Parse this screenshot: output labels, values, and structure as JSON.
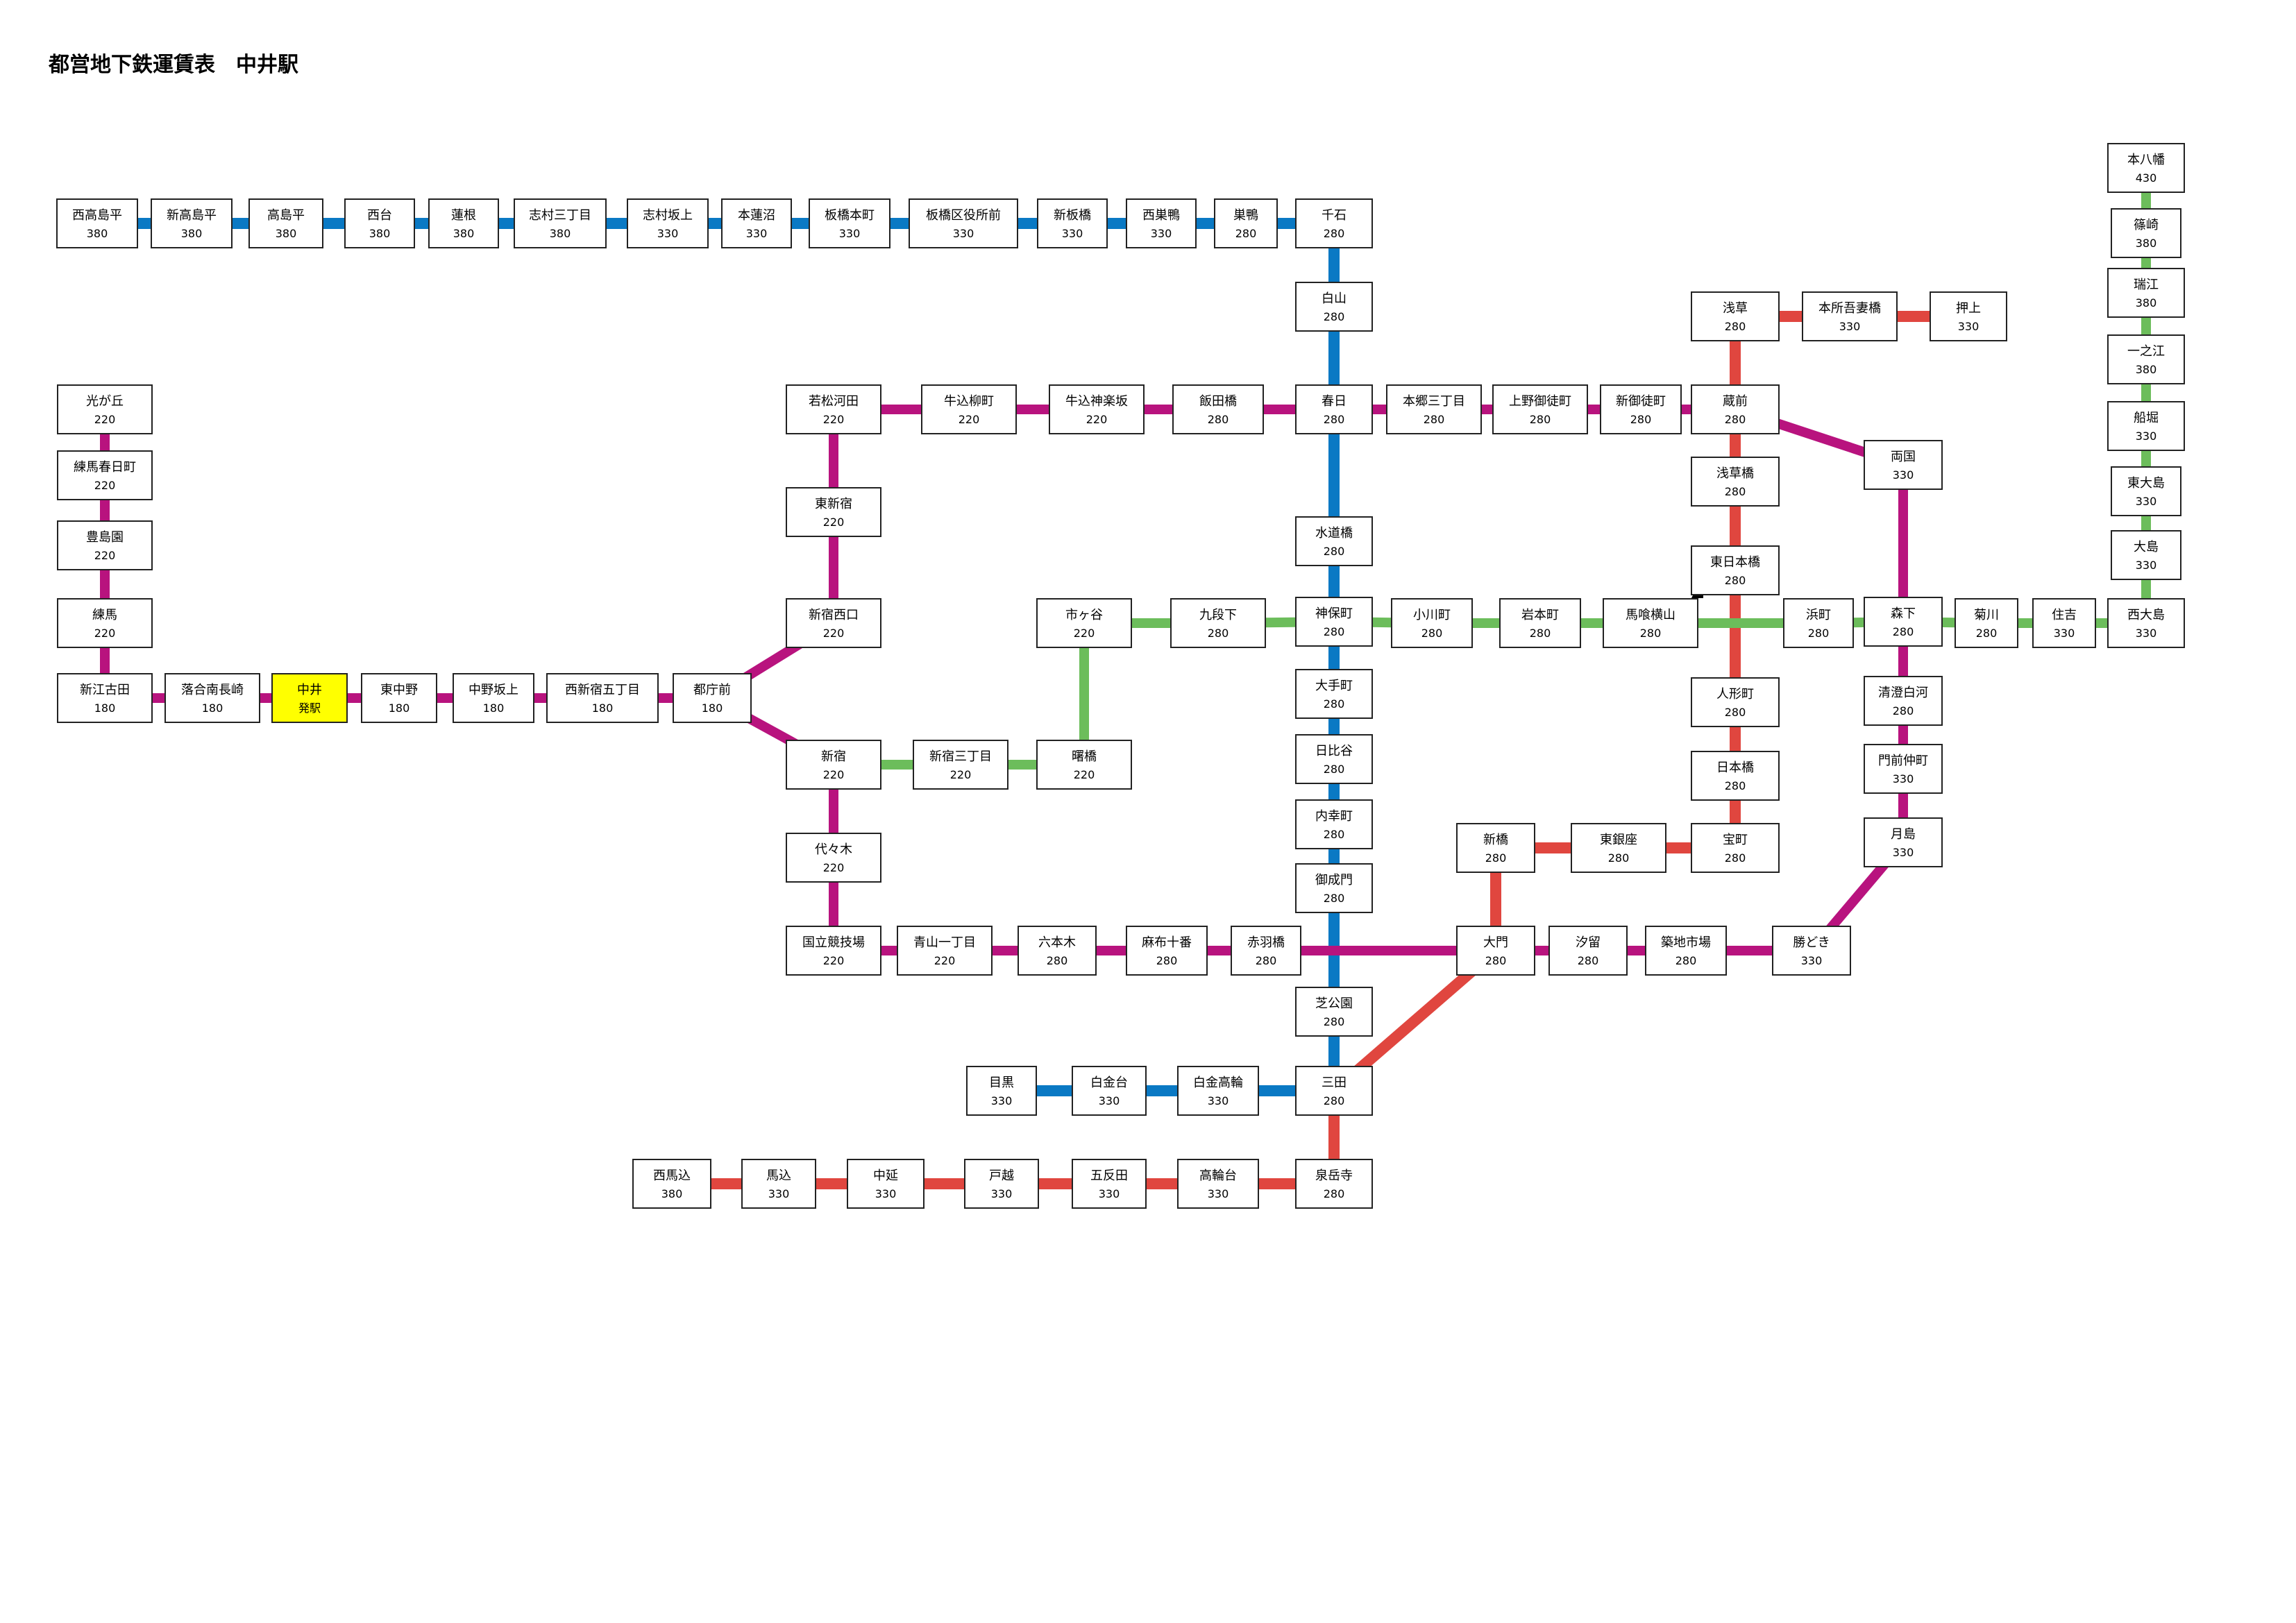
{
  "title": "都営地下鉄運賃表　中井駅",
  "colors": {
    "asakusa": "#e0463f",
    "mita": "#0a79c4",
    "shinjuku": "#6cbd5b",
    "oedo": "#b8137e",
    "origin": "#ffff00",
    "box_border": "#222222"
  },
  "stations": [
    {
      "id": "nishitakashimadaira",
      "name": "西高島平",
      "fare": "380"
    },
    {
      "id": "shintakashimadaira",
      "name": "新高島平",
      "fare": "380"
    },
    {
      "id": "takashimadaira",
      "name": "高島平",
      "fare": "380"
    },
    {
      "id": "nishidai",
      "name": "西台",
      "fare": "380"
    },
    {
      "id": "hasune",
      "name": "蓮根",
      "fare": "380"
    },
    {
      "id": "shimura3",
      "name": "志村三丁目",
      "fare": "380"
    },
    {
      "id": "shimurasakaue",
      "name": "志村坂上",
      "fare": "330"
    },
    {
      "id": "motohasunuma",
      "name": "本蓮沼",
      "fare": "330"
    },
    {
      "id": "itabashihoncho",
      "name": "板橋本町",
      "fare": "330"
    },
    {
      "id": "itabashikuyakusho",
      "name": "板橋区役所前",
      "fare": "330"
    },
    {
      "id": "shinitabashi",
      "name": "新板橋",
      "fare": "330"
    },
    {
      "id": "nishisugamo",
      "name": "西巣鴨",
      "fare": "330"
    },
    {
      "id": "sugamo",
      "name": "巣鴨",
      "fare": "280"
    },
    {
      "id": "sengoku",
      "name": "千石",
      "fare": "280"
    },
    {
      "id": "hakusan",
      "name": "白山",
      "fare": "280"
    },
    {
      "id": "kasuga",
      "name": "春日",
      "fare": "280"
    },
    {
      "id": "suidobashi",
      "name": "水道橋",
      "fare": "280"
    },
    {
      "id": "jimbocho",
      "name": "神保町",
      "fare": "280"
    },
    {
      "id": "otemachi",
      "name": "大手町",
      "fare": "280"
    },
    {
      "id": "hibiya",
      "name": "日比谷",
      "fare": "280"
    },
    {
      "id": "uchisaiwaicho",
      "name": "内幸町",
      "fare": "280"
    },
    {
      "id": "onarimon",
      "name": "御成門",
      "fare": "280"
    },
    {
      "id": "shibakoen",
      "name": "芝公園",
      "fare": "280"
    },
    {
      "id": "mita",
      "name": "三田",
      "fare": "280"
    },
    {
      "id": "shirokanetakanawa",
      "name": "白金高輪",
      "fare": "330"
    },
    {
      "id": "shirokanedai",
      "name": "白金台",
      "fare": "330"
    },
    {
      "id": "meguro",
      "name": "目黒",
      "fare": "330"
    },
    {
      "id": "sengakuji",
      "name": "泉岳寺",
      "fare": "280"
    },
    {
      "id": "takanawadai",
      "name": "高輪台",
      "fare": "330"
    },
    {
      "id": "gotanda",
      "name": "五反田",
      "fare": "330"
    },
    {
      "id": "togoshi",
      "name": "戸越",
      "fare": "330"
    },
    {
      "id": "nakanobu",
      "name": "中延",
      "fare": "330"
    },
    {
      "id": "magome",
      "name": "馬込",
      "fare": "330"
    },
    {
      "id": "nishimagome",
      "name": "西馬込",
      "fare": "380"
    },
    {
      "id": "hikarigaoka",
      "name": "光が丘",
      "fare": "220"
    },
    {
      "id": "nerimakasugacho",
      "name": "練馬春日町",
      "fare": "220"
    },
    {
      "id": "toshimaen",
      "name": "豊島園",
      "fare": "220"
    },
    {
      "id": "nerima",
      "name": "練馬",
      "fare": "220"
    },
    {
      "id": "shinegota",
      "name": "新江古田",
      "fare": "180"
    },
    {
      "id": "ochiaiminaminagasaki",
      "name": "落合南長崎",
      "fare": "180"
    },
    {
      "id": "nakai",
      "name": "中井",
      "fare": "発駅",
      "origin": true
    },
    {
      "id": "higashinakano",
      "name": "東中野",
      "fare": "180"
    },
    {
      "id": "nakanosakaue",
      "name": "中野坂上",
      "fare": "180"
    },
    {
      "id": "nishishinjuku5",
      "name": "西新宿五丁目",
      "fare": "180"
    },
    {
      "id": "tochomae",
      "name": "都庁前",
      "fare": "180"
    },
    {
      "id": "shinjukunishiguchi",
      "name": "新宿西口",
      "fare": "220"
    },
    {
      "id": "higashishinjuku",
      "name": "東新宿",
      "fare": "220"
    },
    {
      "id": "wakamatsukawada",
      "name": "若松河田",
      "fare": "220"
    },
    {
      "id": "ushigomeyanagicho",
      "name": "牛込柳町",
      "fare": "220"
    },
    {
      "id": "ushigomekagurazaka",
      "name": "牛込神楽坂",
      "fare": "220"
    },
    {
      "id": "iidabashi",
      "name": "飯田橋",
      "fare": "280"
    },
    {
      "id": "hongo3",
      "name": "本郷三丁目",
      "fare": "280"
    },
    {
      "id": "uenookachimachi",
      "name": "上野御徒町",
      "fare": "280"
    },
    {
      "id": "shinokachimachi",
      "name": "新御徒町",
      "fare": "280"
    },
    {
      "id": "kuramae",
      "name": "蔵前",
      "fare": "280"
    },
    {
      "id": "ryogoku",
      "name": "両国",
      "fare": "330"
    },
    {
      "id": "morishita",
      "name": "森下",
      "fare": "280"
    },
    {
      "id": "kiyosumishirakawa",
      "name": "清澄白河",
      "fare": "280"
    },
    {
      "id": "monzennakacho",
      "name": "門前仲町",
      "fare": "330"
    },
    {
      "id": "tsukishima",
      "name": "月島",
      "fare": "330"
    },
    {
      "id": "kachidoki",
      "name": "勝どき",
      "fare": "330"
    },
    {
      "id": "tsukijishijo",
      "name": "築地市場",
      "fare": "280"
    },
    {
      "id": "shiodome",
      "name": "汐留",
      "fare": "280"
    },
    {
      "id": "daimon",
      "name": "大門",
      "fare": "280"
    },
    {
      "id": "akabanebashi",
      "name": "赤羽橋",
      "fare": "280"
    },
    {
      "id": "azabujuban",
      "name": "麻布十番",
      "fare": "280"
    },
    {
      "id": "roppongi",
      "name": "六本木",
      "fare": "280"
    },
    {
      "id": "aoyama1",
      "name": "青山一丁目",
      "fare": "220"
    },
    {
      "id": "kokuritsukyogijo",
      "name": "国立競技場",
      "fare": "220"
    },
    {
      "id": "yoyogi",
      "name": "代々木",
      "fare": "220"
    },
    {
      "id": "shinjuku",
      "name": "新宿",
      "fare": "220"
    },
    {
      "id": "shinjuku3",
      "name": "新宿三丁目",
      "fare": "220"
    },
    {
      "id": "akebonobashi",
      "name": "曙橋",
      "fare": "220"
    },
    {
      "id": "ichigaya",
      "name": "市ヶ谷",
      "fare": "220"
    },
    {
      "id": "kudanshita",
      "name": "九段下",
      "fare": "280"
    },
    {
      "id": "ogawamachi",
      "name": "小川町",
      "fare": "280"
    },
    {
      "id": "iwamotocho",
      "name": "岩本町",
      "fare": "280"
    },
    {
      "id": "bakuroyokoyama",
      "name": "馬喰横山",
      "fare": "280"
    },
    {
      "id": "hamacho",
      "name": "浜町",
      "fare": "280"
    },
    {
      "id": "kikukawa",
      "name": "菊川",
      "fare": "280"
    },
    {
      "id": "sumiyoshi",
      "name": "住吉",
      "fare": "330"
    },
    {
      "id": "nishiojima",
      "name": "西大島",
      "fare": "330"
    },
    {
      "id": "ojima",
      "name": "大島",
      "fare": "330"
    },
    {
      "id": "higashiojima",
      "name": "東大島",
      "fare": "330"
    },
    {
      "id": "funabori",
      "name": "船堀",
      "fare": "330"
    },
    {
      "id": "ichinoe",
      "name": "一之江",
      "fare": "380"
    },
    {
      "id": "mizue",
      "name": "瑞江",
      "fare": "380"
    },
    {
      "id": "shinozaki",
      "name": "篠崎",
      "fare": "380"
    },
    {
      "id": "motoyawata",
      "name": "本八幡",
      "fare": "430"
    },
    {
      "id": "asakusa",
      "name": "浅草",
      "fare": "280"
    },
    {
      "id": "honjoazumabashi",
      "name": "本所吾妻橋",
      "fare": "330"
    },
    {
      "id": "oshiage",
      "name": "押上",
      "fare": "330"
    },
    {
      "id": "asakusabashi",
      "name": "浅草橋",
      "fare": "280"
    },
    {
      "id": "higashinihombashi",
      "name": "東日本橋",
      "fare": "280"
    },
    {
      "id": "ningyocho",
      "name": "人形町",
      "fare": "280"
    },
    {
      "id": "nihombashi",
      "name": "日本橋",
      "fare": "280"
    },
    {
      "id": "takaracho",
      "name": "宝町",
      "fare": "280"
    },
    {
      "id": "higashiginza",
      "name": "東銀座",
      "fare": "280"
    },
    {
      "id": "shimbashi",
      "name": "新橋",
      "fare": "280"
    }
  ]
}
